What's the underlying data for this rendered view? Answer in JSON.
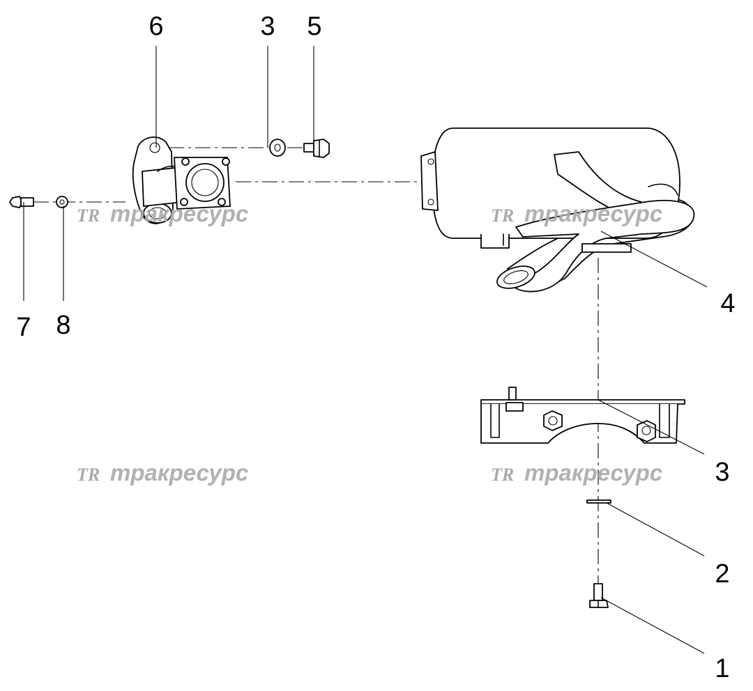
{
  "callouts": {
    "c1": "1",
    "c2": "2",
    "c3_top": "3",
    "c3_bottom": "3",
    "c4": "4",
    "c5": "5",
    "c6": "6",
    "c7": "7",
    "c8": "8"
  },
  "watermark": {
    "logo": "TR",
    "brand": "тракресурс"
  },
  "colors": {
    "line": "#000000",
    "watermark": "#a9a9a9",
    "background": "#ffffff"
  }
}
